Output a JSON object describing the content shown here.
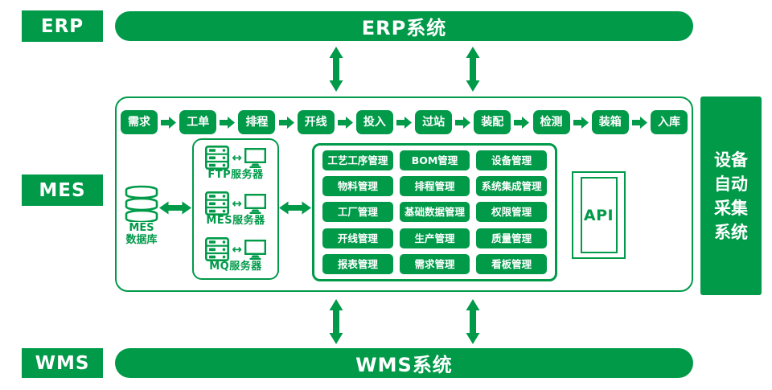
{
  "colors": {
    "green": "#009a49",
    "background": "#ffffff",
    "text_on_green": "#ffffff"
  },
  "sidebar_labels": {
    "erp": "ERP",
    "mes": "MES",
    "wms": "WMS"
  },
  "bars": {
    "erp_system": "ERP系统",
    "wms_system": "WMS系统",
    "device_collection_system": "设备自动采集系统"
  },
  "process_steps": [
    "需求",
    "工单",
    "排程",
    "开线",
    "投入",
    "过站",
    "装配",
    "检测",
    "装箱",
    "入库"
  ],
  "database": {
    "line1": "MES",
    "line2": "数据库"
  },
  "servers": [
    {
      "label": "FTP服务器"
    },
    {
      "label": "MES服务器"
    },
    {
      "label": "MQ服务器"
    }
  ],
  "modules": [
    [
      "工艺工序管理",
      "BOM管理",
      "设备管理"
    ],
    [
      "物料管理",
      "排程管理",
      "系统集成管理"
    ],
    [
      "工厂管理",
      "基础数据管理",
      "权限管理"
    ],
    [
      "开线管理",
      "生产管理",
      "质量管理"
    ],
    [
      "报表管理",
      "需求管理",
      "看板管理"
    ]
  ],
  "api_label": "API",
  "icons": {
    "left_right_arrow": "↔"
  }
}
